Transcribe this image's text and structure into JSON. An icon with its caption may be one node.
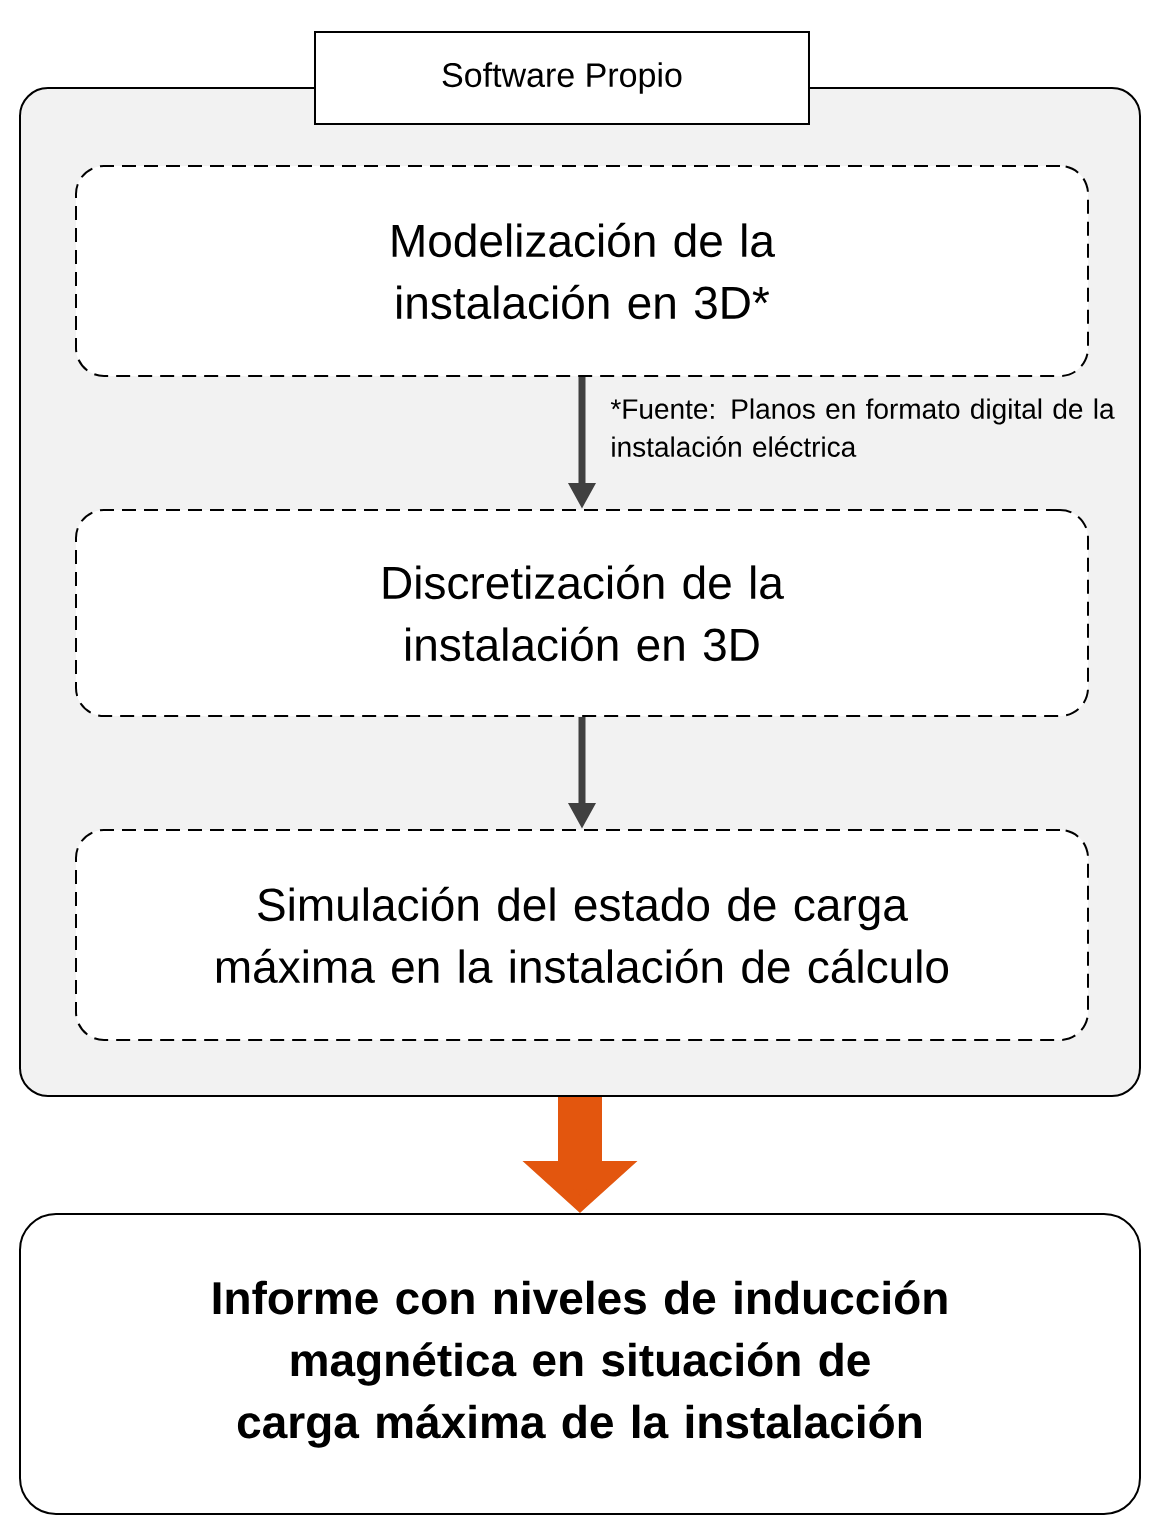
{
  "diagram": {
    "nodes": [
      {
        "text": [
          "Software Propio"
        ]
      },
      {
        "text": [
          "Modelización de la instalación en 3D*"
        ],
        "in": 0
      },
      {
        "text": [
          "Discretización de la instalación en 3D"
        ],
        "in": 0
      },
      {
        "text": [
          "Simulación del estado de carga máxima en la instalación de cálculo"
        ],
        "in": 0
      },
      {
        "text": [
          "Informe con niveles de inducción magnética en situación de carga máxima de la instalación"
        ]
      }
    ],
    "edges": [
      {
        "from": 1,
        "to": 2,
        "arrow": "to"
      },
      {
        "from": 2,
        "to": 3,
        "arrow": "to"
      },
      {
        "from": 0,
        "to": 4,
        "arrow": "to",
        "style": "thick",
        "color": "#e3560e"
      }
    ],
    "labels": [
      "*Fuente: Planos en formato digital de la instalación eléctrica"
    ]
  }
}
